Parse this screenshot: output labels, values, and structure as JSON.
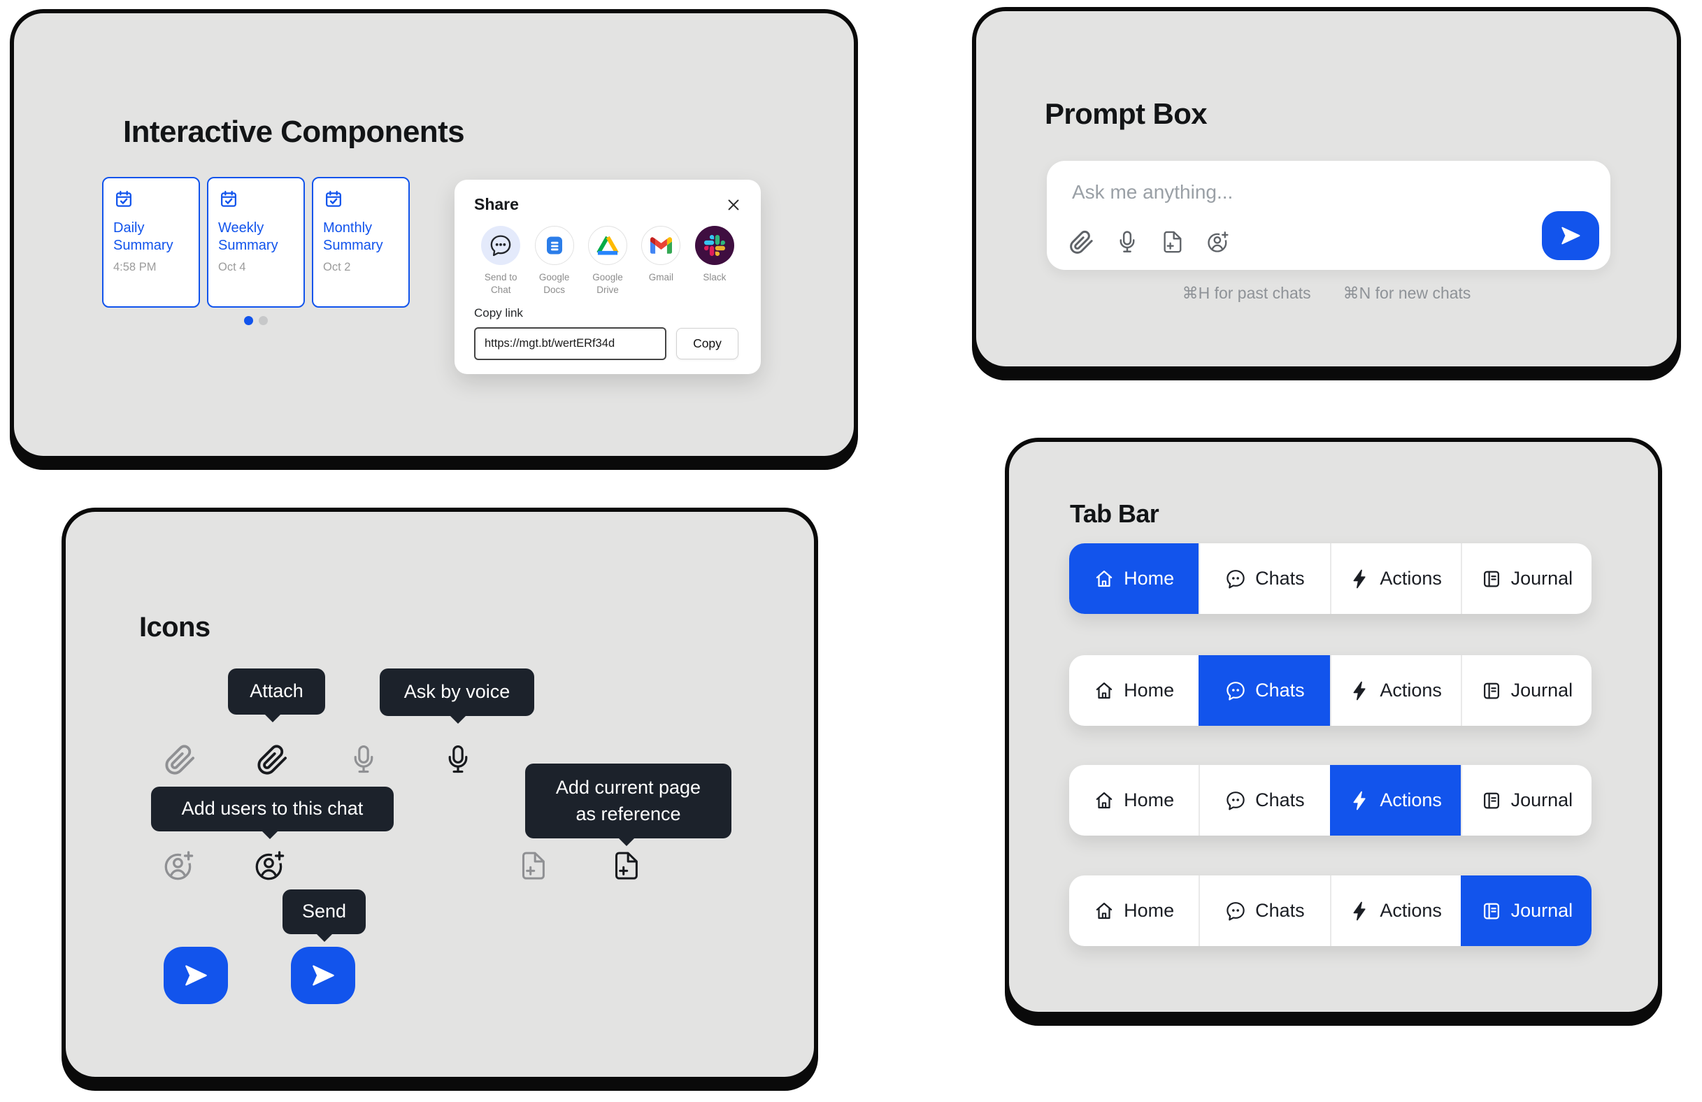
{
  "colors": {
    "accent": "#1254EC",
    "panel_bg": "#E3E3E2",
    "tooltip_bg": "#1C222B",
    "slack_circle_bg": "#3F0E40",
    "send_to_chat_circle_bg": "#E4EAFB"
  },
  "interactive": {
    "title": "Interactive Components",
    "cards": [
      {
        "title": "Daily Summary",
        "subtitle": "4:58 PM"
      },
      {
        "title": "Weekly Summary",
        "subtitle": "Oct 4"
      },
      {
        "title": "Monthly Summary",
        "subtitle": "Oct 2"
      }
    ],
    "carousel": {
      "dot_count": 2,
      "active_dot_index": 0
    },
    "share": {
      "title": "Share",
      "targets": [
        {
          "label": "Send to Chat"
        },
        {
          "label": "Google Docs"
        },
        {
          "label": "Google Drive"
        },
        {
          "label": "Gmail"
        },
        {
          "label": "Slack"
        }
      ],
      "copy_link_label": "Copy link",
      "link_value": "https://mgt.bt/wertERf34d",
      "copy_button_label": "Copy"
    }
  },
  "prompt_box": {
    "title": "Prompt Box",
    "placeholder": "Ask me anything...",
    "hints": [
      "⌘H for past chats",
      "⌘N for new chats"
    ]
  },
  "icons": {
    "title": "Icons",
    "tooltips": {
      "attach": "Attach",
      "voice": "Ask by voice",
      "add_users": "Add users to this chat",
      "add_page": "Add current page as reference",
      "send": "Send"
    }
  },
  "tab_bar": {
    "title": "Tab Bar",
    "tabs": [
      "Home",
      "Chats",
      "Actions",
      "Journal"
    ],
    "rows": [
      {
        "active": "Home"
      },
      {
        "active": "Chats"
      },
      {
        "active": "Actions"
      },
      {
        "active": "Journal"
      }
    ]
  }
}
